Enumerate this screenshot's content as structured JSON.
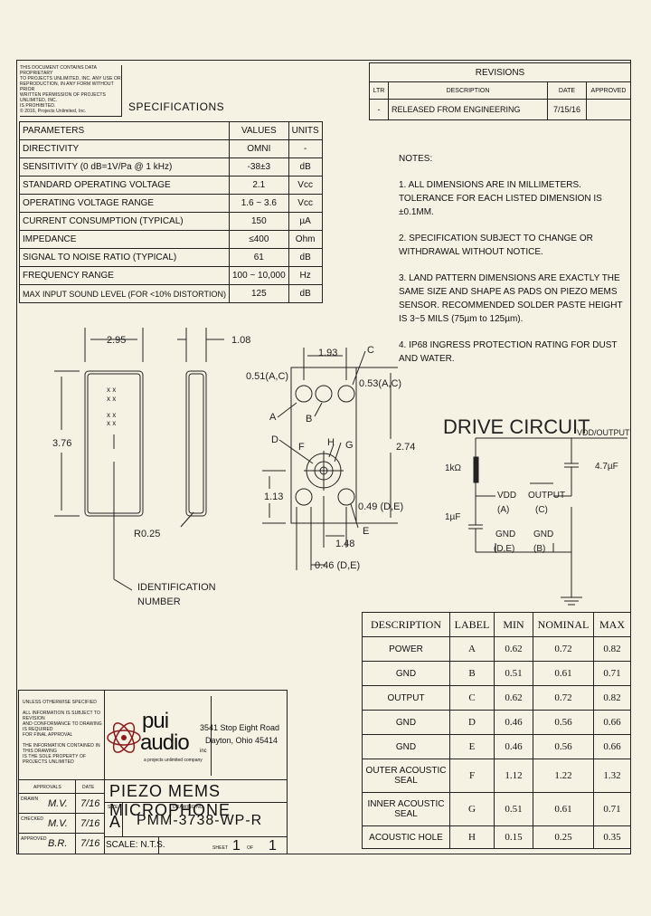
{
  "confidential": [
    "THIS DOCUMENT CONTAINS DATA PROPRIETARY",
    "TO PROJECTS UNLIMITED, INC. ANY USE OR",
    "REPRODUCTION, IN ANY FORM WITHOUT PRIOR",
    "WRITTEN PERMISSION OF PROJECTS UNLIMITED, INC.",
    "IS PROHIBITED.",
    "© 2016, Projects Unlimited, Inc."
  ],
  "specs_title": "SPECIFICATIONS",
  "specs": {
    "headers": [
      "PARAMETERS",
      "VALUES",
      "UNITS"
    ],
    "rows": [
      [
        "DIRECTIVITY",
        "OMNI",
        "-"
      ],
      [
        "SENSITIVITY (0 dB=1V/Pa @ 1 kHz)",
        "-38±3",
        "dB"
      ],
      [
        "STANDARD OPERATING VOLTAGE",
        "2.1",
        "Vcc"
      ],
      [
        "OPERATING VOLTAGE RANGE",
        "1.6 ~ 3.6",
        "Vcc"
      ],
      [
        "CURRENT CONSUMPTION (TYPICAL)",
        "150",
        "µA"
      ],
      [
        "IMPEDANCE",
        "≤400",
        "Ohm"
      ],
      [
        "SIGNAL TO NOISE RATIO (TYPICAL)",
        "61",
        "dB"
      ],
      [
        "FREQUENCY RANGE",
        "100 ~ 10,000",
        "Hz"
      ],
      [
        "MAX INPUT SOUND LEVEL (FOR <10% DISTORTION)",
        "125",
        "dB"
      ]
    ]
  },
  "revisions": {
    "title": "REVISIONS",
    "headers": [
      "LTR",
      "DESCRIPTION",
      "DATE",
      "APPROVED"
    ],
    "rows": [
      [
        "-",
        "RELEASED FROM ENGINEERING",
        "7/15/16",
        ""
      ]
    ]
  },
  "notes": {
    "title": "NOTES:",
    "items": [
      "1. ALL DIMENSIONS ARE IN MILLIMETERS. TOLERANCE FOR EACH LISTED DIMENSION IS ±0.1MM.",
      "2. SPECIFICATION SUBJECT TO CHANGE OR WITHDRAWAL WITHOUT NOTICE.",
      "3. LAND PATTERN DIMENSIONS ARE EXACTLY THE SAME SIZE AND SHAPE AS PADS ON PIEZO MEMS SENSOR. RECOMMENDED SOLDER PASTE HEIGHT IS 3~5 MILS (75µm to 125µm).",
      "4. IP68 INGRESS PROTECTION RATING FOR DUST AND WATER."
    ]
  },
  "drawing": {
    "w": "2.95",
    "depth": "1.08",
    "h": "3.76",
    "radius": "R0.25",
    "ident": [
      "IDENTIFICATION",
      "NUMBER"
    ],
    "pad_pitch": "1.93",
    "pad_ac_left": "0.51(A,C)",
    "pad_ac_right": "0.53(A,C)",
    "pad_h": "2.74",
    "pad_v": "1.13",
    "pad_de_right": "0.49 (D,E)",
    "pad_148": "1.48",
    "pad_de_bottom": "0.46 (D,E)",
    "labels": [
      "A",
      "B",
      "C",
      "D",
      "E",
      "F",
      "G",
      "H"
    ]
  },
  "drive_circuit": {
    "title": "DRIVE CIRCUIT",
    "vdd_output": "VDD/OUTPUT",
    "r": "1kΩ",
    "c1": "4.7µF",
    "c2": "1µF",
    "vdd": "VDD",
    "vdd_pin": "(A)",
    "output": "OUTPUT",
    "output_pin": "(C)",
    "gnd1": "GND",
    "gnd1_pin": "(D,E)",
    "gnd2": "GND",
    "gnd2_pin": "(B)"
  },
  "dim_table": {
    "headers": [
      "DESCRIPTION",
      "LABEL",
      "MIN",
      "NOMINAL",
      "MAX"
    ],
    "rows": [
      [
        "POWER",
        "A",
        "0.62",
        "0.72",
        "0.82"
      ],
      [
        "GND",
        "B",
        "0.51",
        "0.61",
        "0.71"
      ],
      [
        "OUTPUT",
        "C",
        "0.62",
        "0.72",
        "0.82"
      ],
      [
        "GND",
        "D",
        "0.46",
        "0.56",
        "0.66"
      ],
      [
        "GND",
        "E",
        "0.46",
        "0.56",
        "0.66"
      ],
      [
        "OUTER ACOUSTIC SEAL",
        "F",
        "1.12",
        "1.22",
        "1.32"
      ],
      [
        "INNER ACOUSTIC SEAL",
        "G",
        "0.51",
        "0.61",
        "0.71"
      ],
      [
        "ACOUSTIC HOLE",
        "H",
        "0.15",
        "0.25",
        "0.35"
      ]
    ]
  },
  "title_block": {
    "disclaimer1": "UNLESS OTHERWISE SPECIFIED",
    "disclaimer2": [
      "ALL INFORMATION IS SUBJECT TO REVISION",
      "AND CONFORMANCE TO DRAWING IS REQUIRED",
      "FOR FINAL APPROVAL"
    ],
    "disclaimer3": [
      "THE INFORMATION CONTAINED IN THIS DRAWING",
      "IS THE SOLE PROPERTY OF PROJECTS UNLIMITED"
    ],
    "logo_top": "pui",
    "logo_bottom": "audio",
    "logo_inc": "inc",
    "logo_tag": "a projects unlimited company",
    "address1": "3541 Stop Eight Road",
    "address2": "Dayton, Ohio 45414",
    "approvals_label": "APPROVALS",
    "date_label": "DATE",
    "drawn_label": "DRAWN",
    "drawn_by": "M.V.",
    "drawn_date": "7/16",
    "checked_label": "CHECKED",
    "checked_by": "M.V.",
    "checked_date": "7/16",
    "approved_label": "APPROVED",
    "approved_by": "B.R.",
    "approved_date": "7/16",
    "product": "PIEZO MEMS MICROPHONE",
    "size_label": "SIZE",
    "size": "A",
    "drawing_no_label": "DRAWING NO.",
    "drawing_no": "PMM-3738-WP-R",
    "scale": "SCALE: N.T.S.",
    "sheet_label": "SHEET",
    "sheet": "1",
    "of_label": "OF",
    "of": "1"
  }
}
